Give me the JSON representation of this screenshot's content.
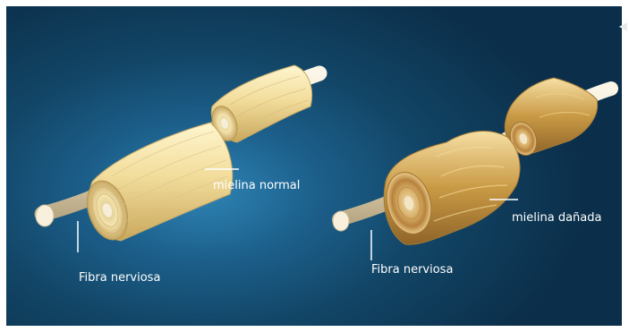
{
  "labels": {
    "normal_fiber": "Fibra nerviosa",
    "normal_myelin": "mielina normal",
    "damaged_fiber": "Fibra nerviosa",
    "damaged_myelin": "mielina dañada"
  },
  "icons": {
    "corner": "chevron-left-icon"
  },
  "colors": {
    "background_dark": "#0b2f4a",
    "background_light": "#2e84b4",
    "myelin_normal": "#f2dd9c",
    "myelin_damaged": "#c99a45",
    "nerve_fiber": "#efe6cf",
    "label_text": "#ffffff"
  }
}
